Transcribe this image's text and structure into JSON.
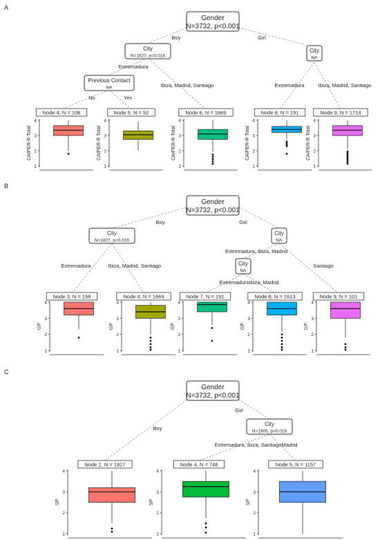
{
  "panels": [
    {
      "label": "A",
      "ylabel": "CAIPER-R Total",
      "root": {
        "title": "Gender",
        "stats": "N=3732, p<0.001"
      },
      "splits": [
        {
          "id": "city1",
          "title": "City",
          "stats": "N=1827, p=0.016"
        },
        {
          "id": "pc",
          "title": "Previous Contact",
          "stats": "NA"
        },
        {
          "id": "city2",
          "title": "City",
          "stats": "NA"
        }
      ],
      "edges": [
        {
          "label": "Boy"
        },
        {
          "label": "Girl"
        },
        {
          "label": "Extremadura"
        },
        {
          "label": "Ibiza, Madrid, Santiago"
        },
        {
          "label": "No"
        },
        {
          "label": "Yes"
        },
        {
          "label": "Extremadura"
        },
        {
          "label": "Ibiza, Madrid, Santiago"
        }
      ],
      "yticks": [
        "1",
        "2",
        "3",
        "4"
      ],
      "leaves": [
        {
          "label": "Node 4, N = 106",
          "color": "#f8766d",
          "box": {
            "q1": 3.0,
            "median": 3.35,
            "q3": 3.65,
            "lo": 2.0,
            "hi": 4.0
          },
          "outliers": [
            1.8
          ]
        },
        {
          "label": "Node 5, N = 52",
          "color": "#a3a500",
          "box": {
            "q1": 2.75,
            "median": 3.05,
            "q3": 3.3,
            "lo": 2.0,
            "hi": 3.9
          },
          "outliers": []
        },
        {
          "label": "Node 6, N = 1669",
          "color": "#00bf7d",
          "box": {
            "q1": 2.75,
            "median": 3.1,
            "q3": 3.4,
            "lo": 1.95,
            "hi": 4.0
          },
          "outliers": [
            1.75,
            1.6,
            1.45,
            1.3,
            1.15
          ]
        },
        {
          "label": "Node 8, N = 191",
          "color": "#00b0f6",
          "box": {
            "q1": 3.2,
            "median": 3.4,
            "q3": 3.6,
            "lo": 2.8,
            "hi": 4.0
          },
          "outliers": [
            2.6,
            2.5,
            2.4,
            2.3,
            1.8
          ]
        },
        {
          "label": "Node 9, N = 1714",
          "color": "#e76bf3",
          "box": {
            "q1": 3.0,
            "median": 3.35,
            "q3": 3.65,
            "lo": 2.1,
            "hi": 4.0
          },
          "outliers": [
            1.95,
            1.85,
            1.75,
            1.65,
            1.55,
            1.45,
            1.35,
            1.25,
            1.15
          ]
        }
      ]
    },
    {
      "label": "B",
      "ylabel": "GP",
      "root": {
        "title": "Gender",
        "stats": "N=3732, p<0.001"
      },
      "splits": [
        {
          "id": "city1",
          "title": "City",
          "stats": "N=1827, p=0.016"
        },
        {
          "id": "city2",
          "title": "City",
          "stats": "NA"
        },
        {
          "id": "city3",
          "title": "City",
          "stats": "NA"
        }
      ],
      "edges": [
        {
          "label": "Boy"
        },
        {
          "label": "Girl"
        },
        {
          "label": "Extremadura"
        },
        {
          "label": "Ibiza, Madrid, Santiago"
        },
        {
          "label": "Extremadura, Ibiza, Madrid"
        },
        {
          "label": "Santiago"
        },
        {
          "label": "Extremadura"
        },
        {
          "label": "Ibiza, Madrid"
        }
      ],
      "yticks": [
        "1",
        "2",
        "3",
        "4"
      ],
      "leaves": [
        {
          "label": "Node 3, N = 158",
          "color": "#f8766d",
          "box": {
            "q1": 3.2,
            "median": 3.6,
            "q3": 4.0,
            "lo": 2.3,
            "hi": 4.0
          },
          "outliers": [
            1.8
          ]
        },
        {
          "label": "Node 4, N = 1669",
          "color": "#a3a500",
          "box": {
            "q1": 3.0,
            "median": 3.4,
            "q3": 3.8,
            "lo": 2.0,
            "hi": 4.0
          },
          "outliers": [
            1.8,
            1.6,
            1.4,
            1.2,
            1.05
          ]
        },
        {
          "label": "Node 7, N = 191",
          "color": "#00bf7d",
          "box": {
            "q1": 3.4,
            "median": 3.85,
            "q3": 4.0,
            "lo": 2.6,
            "hi": 4.0
          },
          "outliers": [
            2.4,
            1.6
          ]
        },
        {
          "label": "Node 8, N = 1613",
          "color": "#00b0f6",
          "box": {
            "q1": 3.2,
            "median": 3.6,
            "q3": 4.0,
            "lo": 2.2,
            "hi": 4.0
          },
          "outliers": [
            2.0,
            1.8,
            1.6,
            1.4,
            1.2,
            1.05
          ]
        },
        {
          "label": "Node 9, N = 101",
          "color": "#e76bf3",
          "box": {
            "q1": 3.0,
            "median": 3.6,
            "q3": 4.0,
            "lo": 1.8,
            "hi": 4.0
          },
          "outliers": [
            1.4,
            1.2,
            1.05
          ]
        }
      ]
    },
    {
      "label": "C",
      "ylabel": "SP",
      "root": {
        "title": "Gender",
        "stats": "N=3732, p<0.001"
      },
      "splits": [
        {
          "id": "city1",
          "title": "City",
          "stats": "N=1905, p=0.016"
        }
      ],
      "edges": [
        {
          "label": "Boy"
        },
        {
          "label": "Girl"
        },
        {
          "label": "Extremadura, Ibiza, Santiago"
        },
        {
          "label": "Madrid"
        }
      ],
      "yticks": [
        "1",
        "2",
        "3",
        "4"
      ],
      "leaves": [
        {
          "label": "Node 2, N = 1827",
          "color": "#f8766d",
          "box": {
            "q1": 2.5,
            "median": 3.0,
            "q3": 3.2,
            "lo": 1.5,
            "hi": 4.0
          },
          "outliers": [
            1.25,
            1.1
          ]
        },
        {
          "label": "Node 4, N = 748",
          "color": "#00ba38",
          "box": {
            "q1": 2.75,
            "median": 3.25,
            "q3": 3.5,
            "lo": 1.75,
            "hi": 4.0
          },
          "outliers": [
            1.5,
            1.3,
            1.05
          ]
        },
        {
          "label": "Node 5, N = 1157",
          "color": "#619cff",
          "box": {
            "q1": 2.5,
            "median": 3.0,
            "q3": 3.5,
            "lo": 1.0,
            "hi": 4.0
          },
          "outliers": []
        }
      ]
    }
  ]
}
